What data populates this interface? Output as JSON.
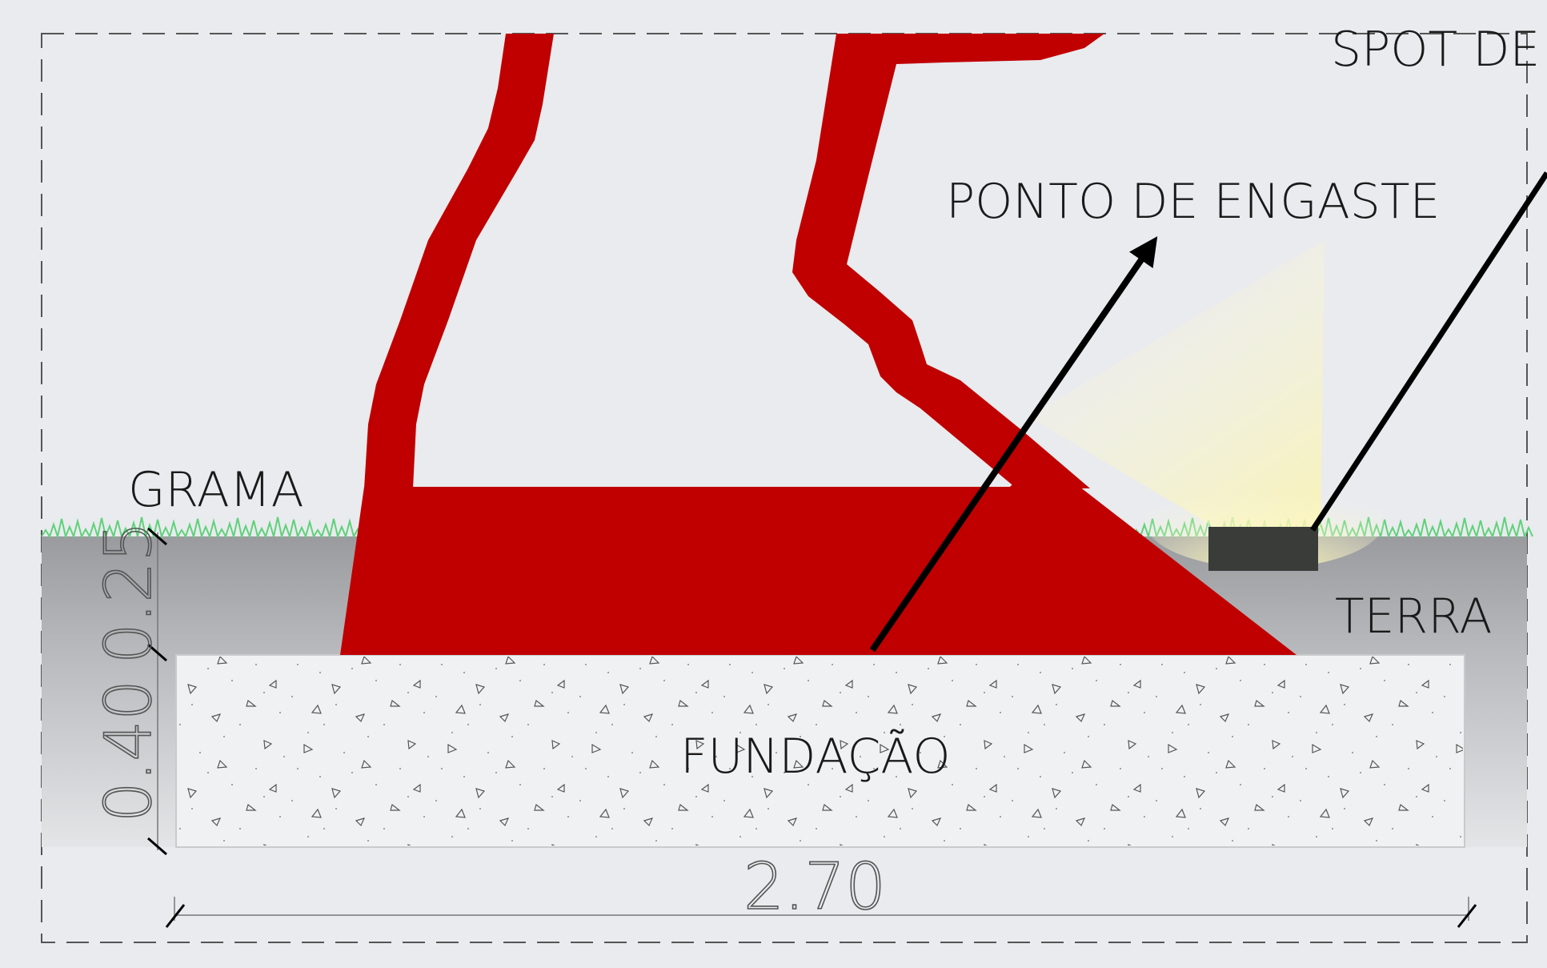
{
  "labels": {
    "spot": "SPOT DE",
    "anchor_point": "PONTO DE ENGASTE",
    "grass": "GRAMA",
    "soil": "TERRA",
    "foundation": "FUNDAÇÃO"
  },
  "dimensions": {
    "total_width": "2.70",
    "foundation_height": "0.40",
    "soil_depth": "0.25"
  },
  "colors": {
    "background": "#e9ebee",
    "sculpture": "#c00000",
    "soil_top": "#9a9b9e",
    "soil_bottom": "#e4e5e7",
    "foundation": "#f0f1f2",
    "grass": "#5fd17a",
    "spot_light": "#3a3c3a",
    "light_beam": "#fff6a0",
    "arrow": "#000000"
  },
  "icons": {
    "arrow": "arrow-icon",
    "spotlight": "spotlight-icon"
  }
}
